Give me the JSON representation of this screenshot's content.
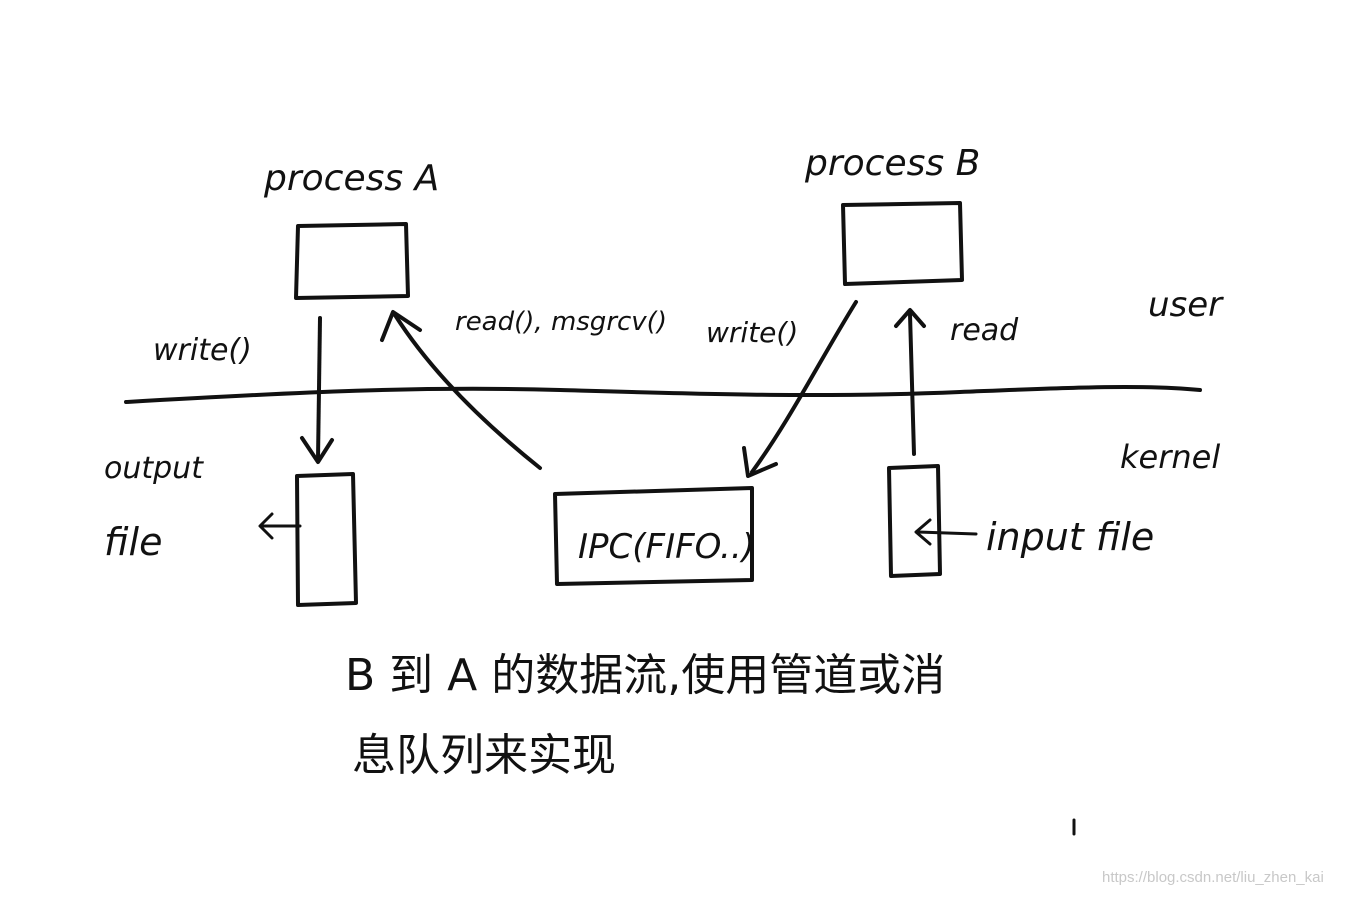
{
  "labels": {
    "process_a": "process A",
    "process_b": "process B",
    "write_a": "write()",
    "read_msgrcv": "read(), msgrcv()",
    "write_b": "write()",
    "read_b": "read",
    "user": "user",
    "kernel": "kernel",
    "output_line1": "output",
    "output_line2": "file",
    "ipc": "IPC(FIFO..)",
    "input_file": "input file"
  },
  "caption": {
    "line1": "B 到 A 的数据流,使用管道或消",
    "line2": "息队列来实现"
  },
  "watermark": "https://blog.csdn.net/liu_zhen_kai",
  "colors": {
    "ink": "#111111",
    "watermark": "#c8c8c8",
    "background": "#ffffff"
  }
}
